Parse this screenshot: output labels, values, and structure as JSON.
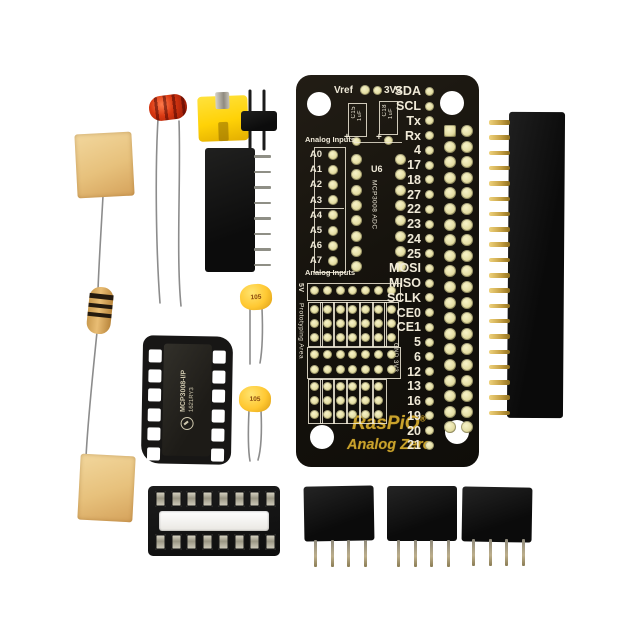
{
  "scene": {
    "description": "RasPiO Analog Zero add-on board kit: black PCB with silkscreen labels and loose through-hole components on a white background"
  },
  "pcb": {
    "silk": {
      "vref": "Vref",
      "v33": "3V3",
      "cap1_ref": "C15",
      "cap1_val": "1uF",
      "cap2_ref": "C18",
      "cap2_val": "1uF",
      "plus1": "+",
      "plus2": "+",
      "analog_top": "Analog Inputs",
      "analog_bottom": "Analog Inputs",
      "adc_ref": "U6",
      "adc_name": "MCP3008 ADC",
      "rail_5v": "5V",
      "proto_label": "Prototyping Area",
      "rails_mid": "GND 3V3",
      "logo": "RasPiO",
      "logo_reg": "®",
      "logo_sub": "Analog Zero"
    },
    "analog_pins": [
      "A0",
      "A1",
      "A2",
      "A3",
      "A4",
      "A5",
      "A6",
      "A7"
    ],
    "gpio_labels": [
      "SDA",
      "SCL",
      "Tx",
      "Rx",
      "4",
      "17",
      "18",
      "27",
      "22",
      "23",
      "24",
      "25",
      "MOSI",
      "MISO",
      "SCLK",
      "CE0",
      "CE1",
      "5",
      "6",
      "12",
      "13",
      "16",
      "19",
      "20",
      "21"
    ],
    "gpio_grid": {
      "rows": 20,
      "cols": 2
    },
    "adc_footprint": {
      "holes_per_side": 8
    },
    "proto": {
      "rail_cols": 7,
      "section_a": {
        "rows": 3,
        "cols": 7
      },
      "mid_rails": {
        "rows": 2,
        "cols": 7
      },
      "section_b": {
        "rows": 3,
        "cols": 6
      }
    },
    "colors": {
      "board": "#15120d",
      "silkscreen": "#efe9d8",
      "logo_gold": "#c9a22c",
      "pad_yellow": "#e3dca1"
    }
  },
  "components": {
    "ic": {
      "marking_line1": "MCP3008-I/P",
      "marking_line2": "1621RY3"
    },
    "ic_socket": {
      "positions": 16,
      "contacts_per_row": 8
    },
    "capacitors": {
      "count": 2,
      "marking": "105",
      "color": "#ffc832"
    },
    "resistor": {
      "bands": 3,
      "body_color": "#d8a85c"
    },
    "thermistor": {
      "color": "#c62b10"
    },
    "jumper_shunt": {
      "color": "#ffd207"
    },
    "pin_header_2": {
      "pins": 2
    },
    "female_header_8": {
      "pins": 8
    },
    "gpio_female_header": {
      "pins": 20
    },
    "headers_4pin": [
      {
        "pins": 4
      },
      {
        "pins": 4
      },
      {
        "pins": 4
      }
    ],
    "adhesive_pads": {
      "count": 2,
      "color": "#e7c17c"
    }
  }
}
